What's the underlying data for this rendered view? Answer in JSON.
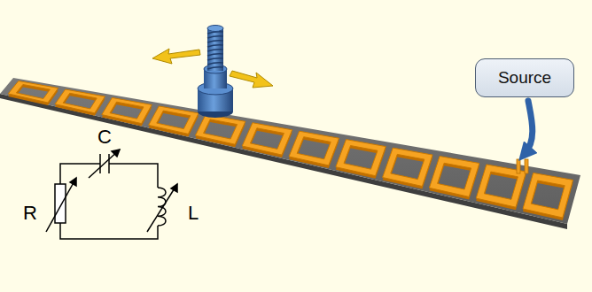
{
  "diagram": {
    "nodes": [
      {
        "text": [
          "Source"
        ]
      }
    ],
    "labels": [
      "C",
      "R",
      "L"
    ]
  }
}
